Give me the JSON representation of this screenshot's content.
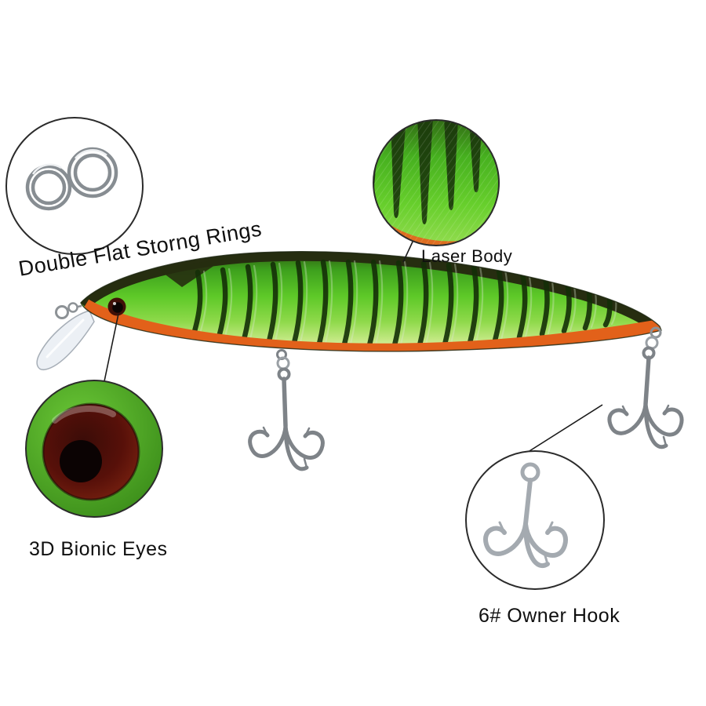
{
  "image": {
    "background": "#ffffff"
  },
  "labels": {
    "split_rings": "Double Flat Storng Rings",
    "laser_body": "Laser Body",
    "bionic_eyes": "3D Bionic Eyes",
    "owner_hook": "6# Owner Hook"
  },
  "colors": {
    "lure_green": "#4fbe23",
    "lure_back_dark": "#262d10",
    "lure_belly_orange": "#e2611a",
    "stripe_dark": "#142f08",
    "hook_silver": "#82878c",
    "eye_maroon": "#571009",
    "callout_border": "#2b2b2b"
  }
}
